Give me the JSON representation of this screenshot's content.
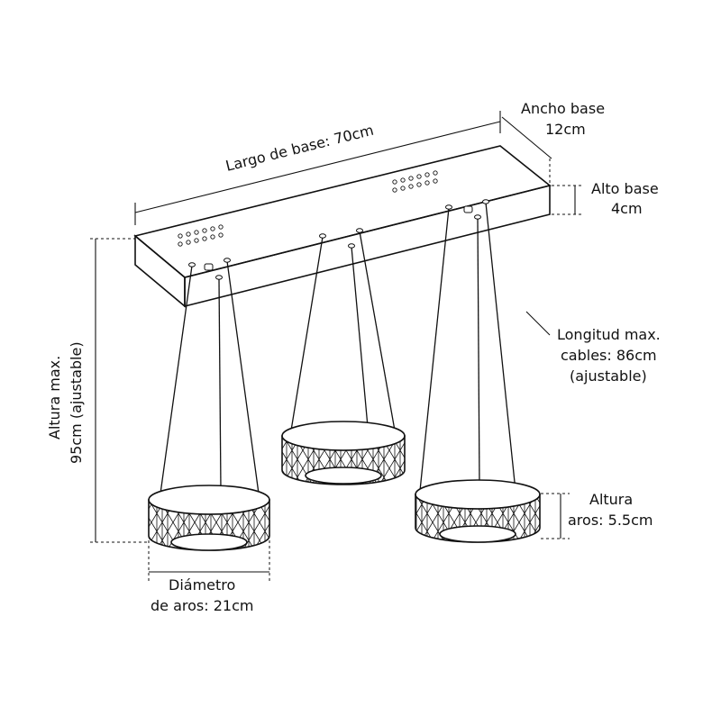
{
  "labels": {
    "base_length": "Largo de base: 70cm",
    "base_width_line1": "Ancho base",
    "base_width_line2": "12cm",
    "base_height_line1": "Alto base",
    "base_height_line2": "4cm",
    "cable_line1": "Longitud max.",
    "cable_line2": "cables: 86cm",
    "cable_line3": "(ajustable)",
    "max_height_line1": "Altura max.",
    "max_height_line2": "95cm (ajustable)",
    "ring_height_line1": "Altura",
    "ring_height_line2": "aros: 5.5cm",
    "ring_diameter_line1": "Diámetro",
    "ring_diameter_line2": "de aros: 21cm"
  },
  "colors": {
    "stroke": "#111111",
    "background": "#ffffff"
  }
}
